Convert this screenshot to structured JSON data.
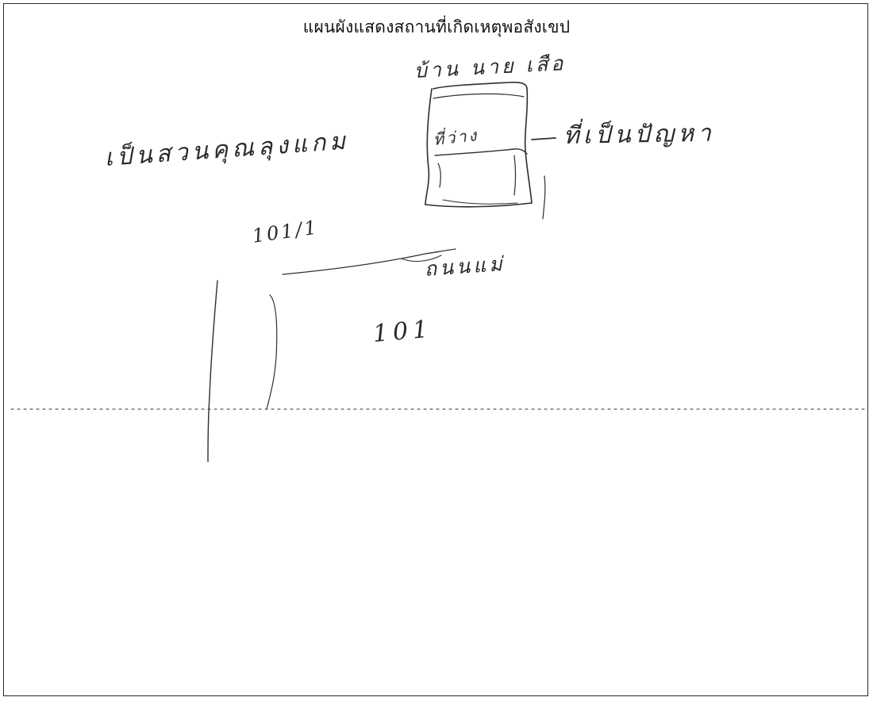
{
  "document": {
    "title": "แผนผังแสดงสถานที่เกิดเหตุพอสังเขป"
  },
  "handwritten": {
    "top_label": "บ้าน นาย เสือ",
    "left_label": "เป็นสวนคุณลุงแกม",
    "right_label": "ที่เป็นปัญหา",
    "box_label": "ที่ว่าง",
    "house_a": "101/1",
    "road_label": "ถนนแม่",
    "house_b": "101"
  }
}
